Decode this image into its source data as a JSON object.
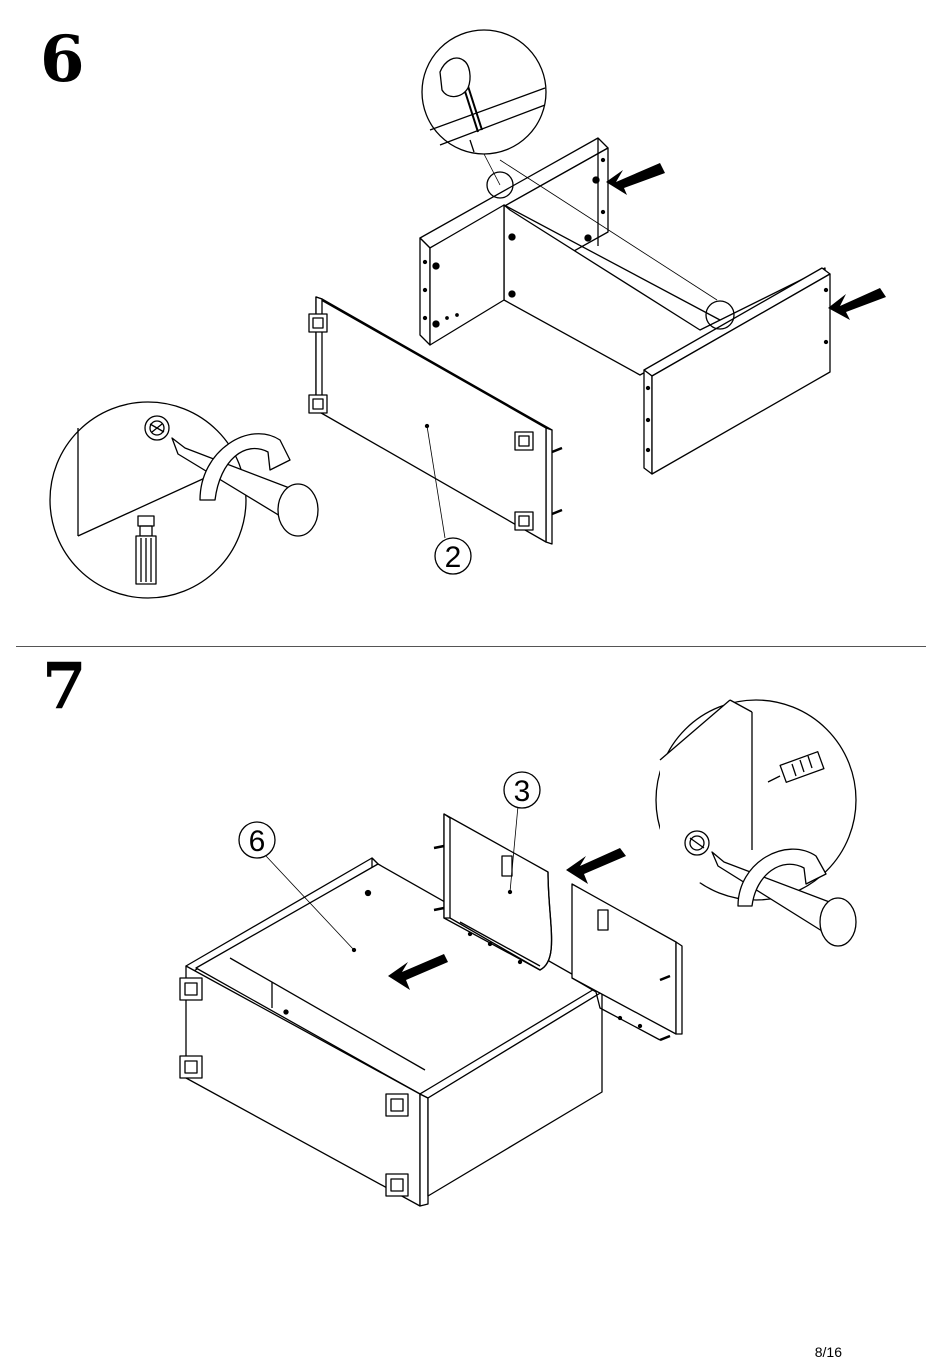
{
  "steps": [
    {
      "number": "6",
      "part_label": "2"
    },
    {
      "number": "7",
      "part_labels": [
        "6",
        "3"
      ]
    }
  ],
  "page_number": "8/16",
  "icons": [
    "arrow-icon",
    "screwdriver-icon",
    "cam-lock-icon",
    "rotate-arrow-icon",
    "pencil-icon",
    "dowel-icon"
  ]
}
